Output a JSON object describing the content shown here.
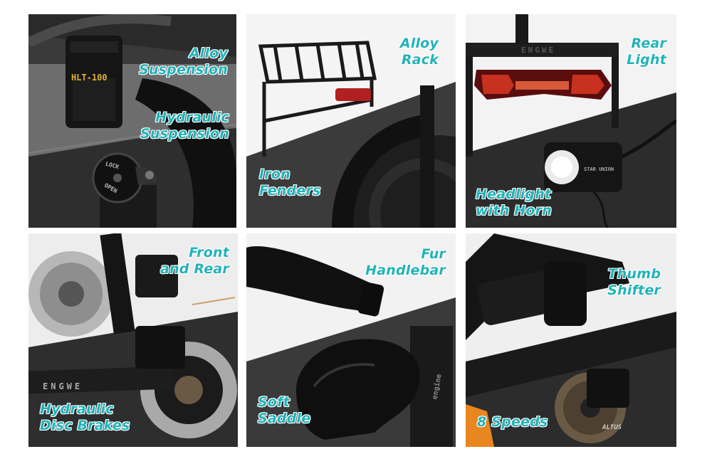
{
  "tiles": [
    {
      "id": "suspension",
      "labels": [
        [
          "Alloy",
          "Suspension"
        ],
        [
          "Hydraulic",
          "Suspension"
        ]
      ],
      "stamp": "HLT-100",
      "knob_lock": "LOCK",
      "knob_open": "OPEN"
    },
    {
      "id": "rack",
      "labels": [
        [
          "Alloy",
          "Rack"
        ],
        [
          "Iron",
          "Fenders"
        ]
      ]
    },
    {
      "id": "lights",
      "labels": [
        [
          "Rear",
          "Light"
        ],
        [
          "Headlight",
          "with Horn"
        ]
      ],
      "headlight_brand": "STAR UNION",
      "rack_brand": "ENGWE"
    },
    {
      "id": "brakes",
      "labels": [
        [
          "Front",
          "and Rear"
        ],
        [
          "Hydraulic",
          "Disc Brakes"
        ]
      ],
      "frame_brand": "ENGWE"
    },
    {
      "id": "saddle",
      "labels": [
        [
          "Fur",
          "Handlebar"
        ],
        [
          "Soft",
          "Saddle"
        ]
      ],
      "frame_brand": "engine"
    },
    {
      "id": "shifter",
      "labels": [
        [
          "Thumb",
          "Shifter"
        ],
        [
          "8 Speeds"
        ]
      ],
      "derailleur_brand": "ALTUS"
    }
  ],
  "colors": {
    "label": "#22b3b8",
    "label_outline": "#ffffff",
    "background": "#ffffff"
  }
}
